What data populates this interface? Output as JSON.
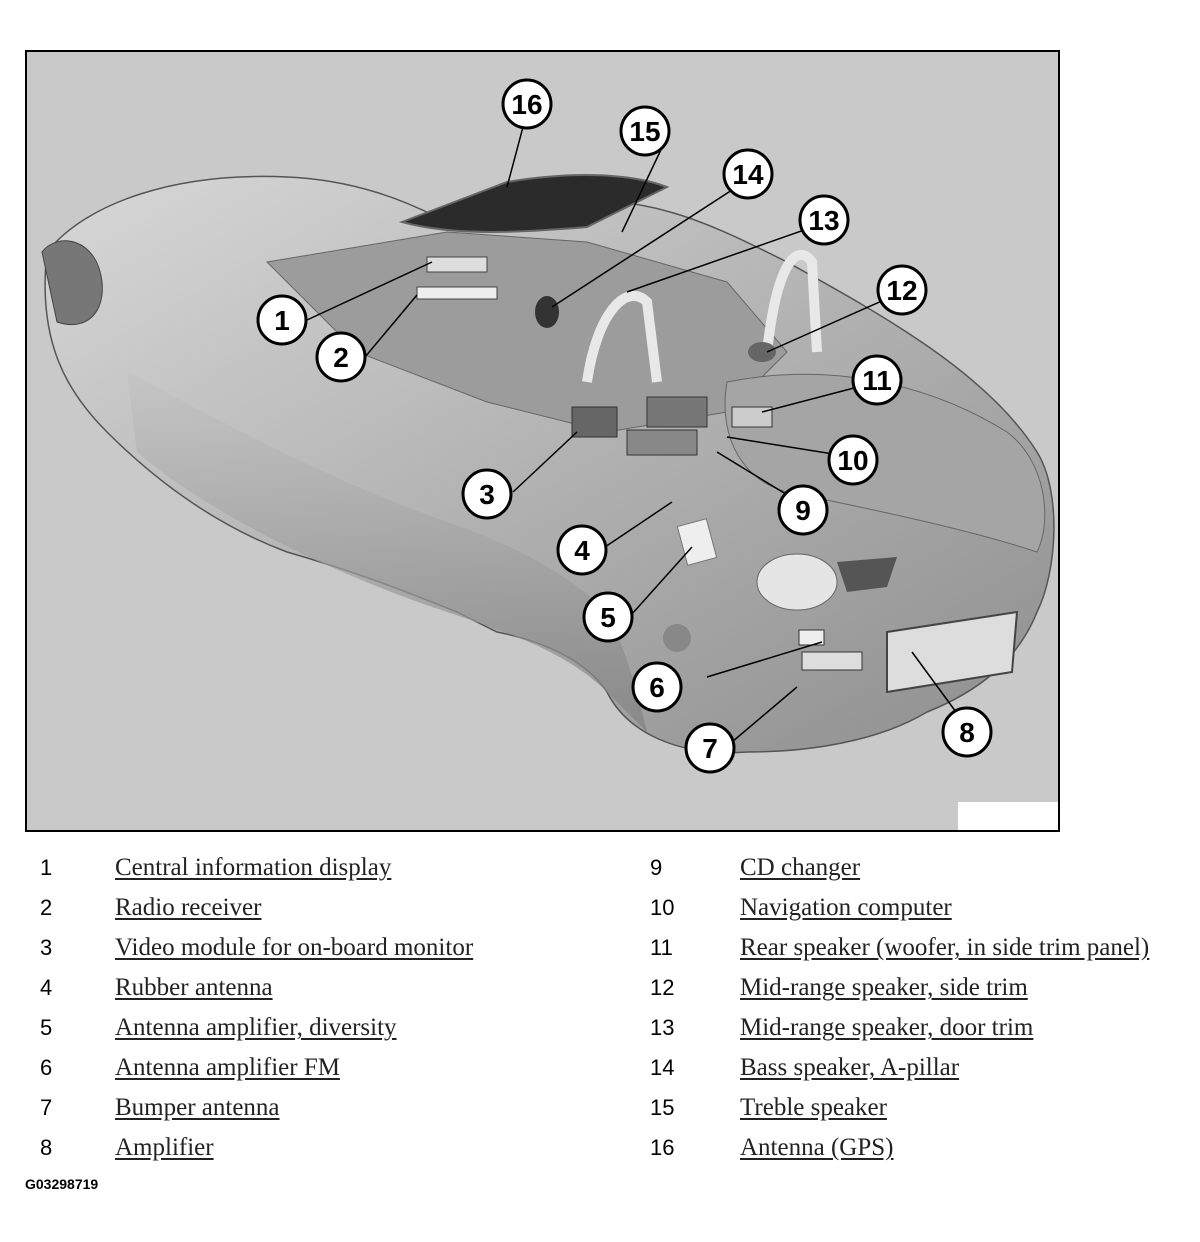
{
  "callouts": [
    "1",
    "2",
    "3",
    "4",
    "5",
    "6",
    "7",
    "8",
    "9",
    "10",
    "11",
    "12",
    "13",
    "14",
    "15",
    "16"
  ],
  "legend_left": [
    {
      "num": "1",
      "label": "Central information display"
    },
    {
      "num": "2",
      "label": "Radio receiver"
    },
    {
      "num": "3",
      "label": "Video module for on-board monitor"
    },
    {
      "num": "4",
      "label": "Rubber antenna"
    },
    {
      "num": "5",
      "label": "Antenna amplifier, diversity"
    },
    {
      "num": "6",
      "label": "Antenna amplifier FM"
    },
    {
      "num": "7",
      "label": "Bumper antenna"
    },
    {
      "num": "8",
      "label": "Amplifier"
    }
  ],
  "legend_right": [
    {
      "num": "9",
      "label": "CD changer"
    },
    {
      "num": "10",
      "label": "Navigation computer"
    },
    {
      "num": "11",
      "label": "Rear speaker (woofer, in side trim panel)"
    },
    {
      "num": "12",
      "label": "Mid-range speaker, side trim"
    },
    {
      "num": "13",
      "label": "Mid-range speaker, door trim"
    },
    {
      "num": "14",
      "label": "Bass speaker, A-pillar"
    },
    {
      "num": "15",
      "label": "Treble speaker"
    },
    {
      "num": "16",
      "label": "Antenna (GPS)"
    }
  ],
  "figure_code": "G03298719",
  "colors": {
    "background": "#c9c9c9",
    "car_body": "#b5b5b5",
    "callout_fill": "#ffffff",
    "line": "#000000"
  }
}
